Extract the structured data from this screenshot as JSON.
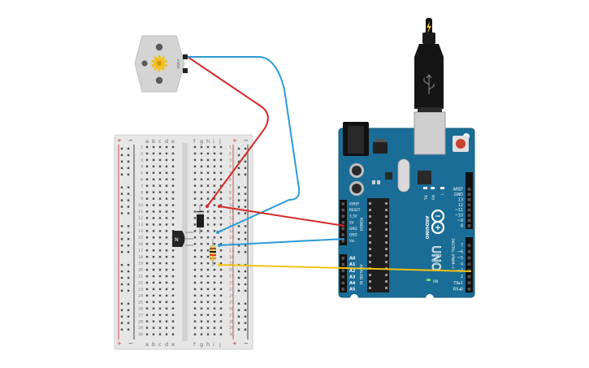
{
  "colors": {
    "wire_red": "#d42a2a",
    "wire_blue": "#2c9ad6",
    "wire_yellow": "#f2c314",
    "arduino_board": "#1a6d96",
    "breadboard": "#e8e8e8",
    "motor_body": "#d4d4d4",
    "motor_gear": "#f2c020"
  },
  "motor": {
    "label": "motor",
    "icon": "gear-icon"
  },
  "breadboard": {
    "rail_plus": "+",
    "rail_minus": "−",
    "left_letters": [
      "a",
      "b",
      "c",
      "d",
      "e"
    ],
    "right_letters": [
      "f",
      "g",
      "h",
      "i",
      "j"
    ],
    "rows": [
      "1",
      "2",
      "3",
      "4",
      "5",
      "6",
      "7",
      "8",
      "9",
      "10",
      "11",
      "12",
      "13",
      "14",
      "15",
      "16",
      "17",
      "18",
      "19",
      "20",
      "21",
      "22",
      "23",
      "24",
      "25",
      "26",
      "27",
      "28",
      "29",
      "30"
    ]
  },
  "transistor": {
    "label": "N"
  },
  "arduino": {
    "brand": "ARDUINO",
    "model": "UNO",
    "logo_icon": "infinity-logo-icon",
    "on_label": "ON",
    "tx_label": "TX",
    "rx_label": "RX",
    "l_label": "L",
    "power_header": "POWER",
    "analog_header": "ANALOG IN",
    "digital_header": "DIGITAL (PWM~)",
    "power_pins": [
      "IOREF",
      "RESET",
      "3.3V",
      "5V",
      "GND",
      "GND",
      "Vin"
    ],
    "analog_pins": [
      "A0",
      "A1",
      "A2",
      "A3",
      "A4",
      "A5"
    ],
    "digital_top": [
      "AREF",
      "GND",
      "13",
      "12",
      "~11",
      "~10",
      "~9",
      "8"
    ],
    "digital_bottom": [
      "7",
      "~6",
      "~5",
      "4",
      "~3",
      "2",
      "TX▸1",
      "RX◂0"
    ]
  }
}
